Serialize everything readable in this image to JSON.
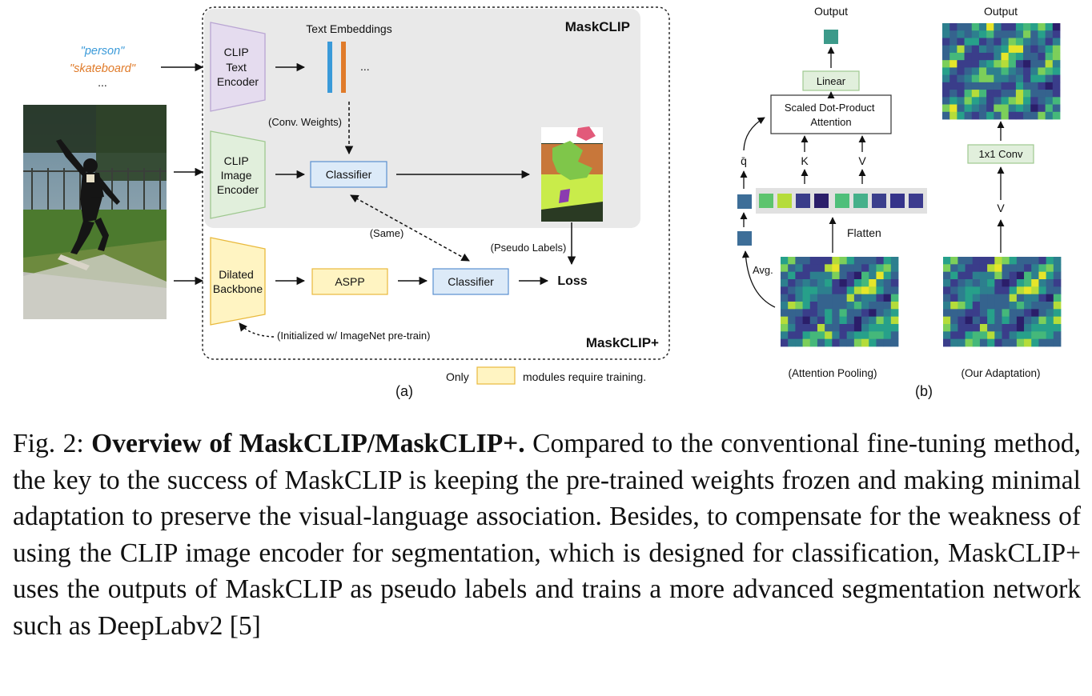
{
  "figure": {
    "panel_a": {
      "text_1": "\"person\"",
      "text_2": "\"skateboard\"",
      "text_3": "...",
      "maskclip_title": "MaskCLIP",
      "maskclip_plus_title": "MaskCLIP+",
      "text_embeddings": "Text Embeddings",
      "embedding_ellipsis": "...",
      "clip_text_encoder": [
        "CLIP",
        "Text",
        "Encoder"
      ],
      "clip_image_encoder": [
        "CLIP",
        "Image",
        "Encoder"
      ],
      "dilated_backbone": [
        "Dilated",
        "Backbone"
      ],
      "conv_weights": "(Conv. Weights)",
      "classifier_1": "Classifier",
      "classifier_2": "Classifier",
      "aspp": "ASPP",
      "same": "(Same)",
      "pseudo_labels": "(Pseudo Labels)",
      "loss": "Loss",
      "initialized": "(Initialized w/ ImageNet pre-train)",
      "only": "Only",
      "modules_require_training": "modules require training.",
      "panel_label": "(a)",
      "colors": {
        "person_text": "#3a9ad9",
        "skateboard_text": "#e07b2a",
        "text_encoder_fill": "#e5dcef",
        "image_encoder_fill": "#e1efdc",
        "trainable_fill": "#fff4c2",
        "classifier_fill": "#dceaf8",
        "maskclip_bg": "#e9e9e9"
      }
    },
    "panel_b": {
      "output_left": "Output",
      "output_right": "Output",
      "linear": "Linear",
      "attention": [
        "Scaled Dot-Product",
        "Attention"
      ],
      "q_label": "q̄",
      "k_label": "K",
      "v_label": "V",
      "flatten": "Flatten",
      "avg": "Avg.",
      "conv1x1": "1x1 Conv",
      "v_right": "V",
      "attention_pooling": "(Attention Pooling)",
      "our_adaptation": "(Our Adaptation)",
      "panel_label": "(b)"
    }
  },
  "caption": {
    "label": "Fig. 2: ",
    "title": "Overview of MaskCLIP/MaskCLIP+.",
    "body": " Compared to the conventional fine-tuning method, the key to the success of MaskCLIP is keeping the pre-trained weights frozen and making minimal adaptation to preserve the visual-language association. Besides, to compensate for the weakness of using the CLIP image encoder for segmentation, which is designed for classification, MaskCLIP+ uses the outputs of MaskCLIP as pseudo labels and trains a more advanced segmentation network such as DeepLabv2 [5]"
  }
}
